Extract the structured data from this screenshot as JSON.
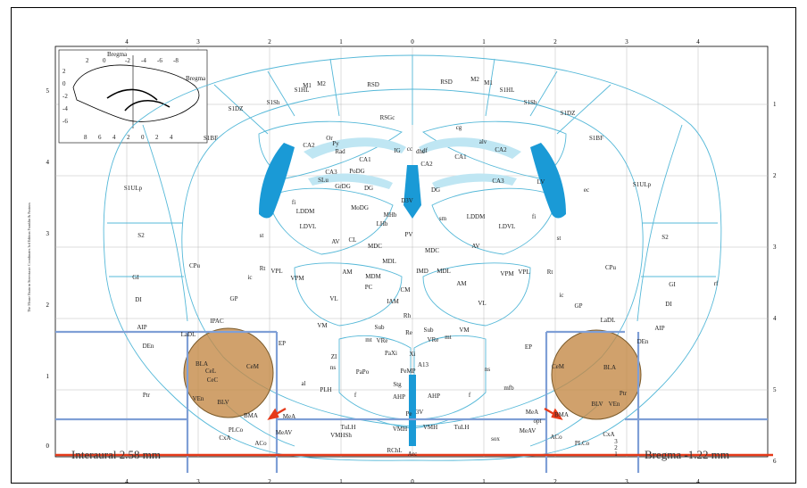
{
  "figure": {
    "left_caption": "Interaural 2.58 mm",
    "right_caption": "Bregma -1.22 mm",
    "side_note": "The Mouse Brain in Stereotaxic Coordinates 3rd Edition Franklin & Paxinos"
  },
  "colors": {
    "outline": "#55b8d8",
    "ventricle": "#1a9ad6",
    "fiber": "#bfe6f3",
    "amygdala": "#c48a47",
    "guide": "#7f9fd6",
    "bregma_line": "#e63a1a",
    "arrow": "#e63a1a"
  },
  "axes": {
    "top_ticks": [
      "4",
      "3",
      "2",
      "1",
      "0",
      "1",
      "2",
      "3",
      "4"
    ],
    "bottom_ticks": [
      "4",
      "3",
      "2",
      "1",
      "0",
      "1",
      "2",
      "3",
      "4"
    ],
    "left_ticks": [
      "5",
      "4",
      "3",
      "2",
      "1",
      "0"
    ],
    "right_ticks": [
      "1",
      "2",
      "3",
      "4",
      "5",
      "6"
    ]
  },
  "inset": {
    "labels": [
      "Bregma",
      "Bregma",
      "2",
      "0",
      "-2",
      "-4",
      "-6",
      "-8",
      "2",
      "0",
      "-2",
      "-4",
      "-6",
      "8",
      "6",
      "4",
      "2",
      "0",
      "2",
      "4"
    ]
  },
  "regions": {
    "r1": "RSD",
    "r2": "RSD",
    "r3": "M1",
    "r4": "M2",
    "r5": "M2",
    "r6": "M1",
    "r7": "S1HL",
    "r8": "S1HL",
    "r9": "S1Sh",
    "r10": "S1Sh",
    "r11": "S1DZ",
    "r12": "S1DZ",
    "r13": "S1BF",
    "r14": "S1BF",
    "r15": "RSGc",
    "r16": "cg",
    "r17": "Or",
    "r18": "Py",
    "r19": "CA2",
    "r20": "Rad",
    "r21": "CA1",
    "r22": "IG",
    "r23": "cc",
    "r24": "dhc",
    "r25": "df",
    "r26": "alv",
    "r27": "CA2",
    "r28": "CA1",
    "r29": "CA2",
    "r30": "CA3",
    "r31": "PoDG",
    "r32": "SLu",
    "r33": "GrDG",
    "r34": "DG",
    "r35": "CA3",
    "r36": "DG",
    "r37": "LV",
    "r38": "ec",
    "r39": "S1ULp",
    "r40": "S1ULp",
    "r41": "fi",
    "r42": "MoDG",
    "r43": "D3V",
    "r44": "LDDM",
    "r45": "LDDM",
    "r46": "MHb",
    "r47": "LHb",
    "r48": "sm",
    "r49": "fi",
    "r50": "LDVL",
    "r51": "LDVL",
    "r52": "PV",
    "r53": "st",
    "r54": "st",
    "r55": "S2",
    "r56": "S2",
    "r57": "AV",
    "r58": "CL",
    "r59": "MDC",
    "r60": "MDC",
    "r61": "AV",
    "r62": "CPu",
    "r63": "CPu",
    "r64": "Rt",
    "r65": "VPL",
    "r66": "VPM",
    "r67": "MDL",
    "r68": "AM",
    "r69": "MDM",
    "r70": "IMD",
    "r71": "MDL",
    "r72": "AM",
    "r73": "VPM",
    "r74": "VPL",
    "r75": "Rt",
    "r76": "ic",
    "r77": "GI",
    "r78": "GI",
    "r79": "PC",
    "r80": "CM",
    "r81": "ic",
    "r82": "rf",
    "r83": "DI",
    "r84": "DI",
    "r85": "GP",
    "r86": "VL",
    "r87": "IAM",
    "r88": "VL",
    "r89": "GP",
    "r90": "IPAC",
    "r91": "Rh",
    "r92": "LaDL",
    "r93": "LaDL",
    "r94": "AIP",
    "r95": "AIP",
    "r96": "VM",
    "r97": "Sub",
    "r98": "Sub",
    "r99": "Re",
    "r100": "VM",
    "r101": "DEn",
    "r102": "DEn",
    "r103": "EP",
    "r104": "EP",
    "r105": "mt",
    "r106": "VRe",
    "r107": "VRe",
    "r108": "mt",
    "r109": "Xi",
    "r110": "PaXi",
    "r111": "A13",
    "r112": "ZI",
    "r113": "BLA",
    "r114": "BLA",
    "r115": "CeL",
    "r116": "CeM",
    "r117": "CeM",
    "r118": "CeC",
    "r119": "ns",
    "r120": "ns",
    "r121": "al",
    "r122": "PaPo",
    "r123": "PeMP",
    "r124": "mfb",
    "r125": "Stg",
    "r126": "PLH",
    "r127": "AHP",
    "r128": "AHP",
    "r129": "f",
    "r130": "f",
    "r131": "VEn",
    "r132": "BLV",
    "r133": "BLV",
    "r134": "VEn",
    "r135": "Ptr",
    "r136": "Ptr",
    "r137": "Pe",
    "r138": "3V",
    "r139": "BMA",
    "r140": "BMA",
    "r141": "MeA",
    "r142": "MeA",
    "r143": "opt",
    "r144": "TuLH",
    "r145": "VMH",
    "r146": "VMH",
    "r147": "TuLH",
    "r148": "MeAV",
    "r149": "MeAV",
    "r150": "VMHSh",
    "r151": "sox",
    "r152": "PLCo",
    "r153": "PLCo",
    "r154": "CxA",
    "r155": "CxA",
    "r156": "ACo",
    "r157": "ACo",
    "r158": "RChL",
    "r159": "Arc",
    "r160": "3",
    "r161": "2",
    "r162": "1"
  }
}
